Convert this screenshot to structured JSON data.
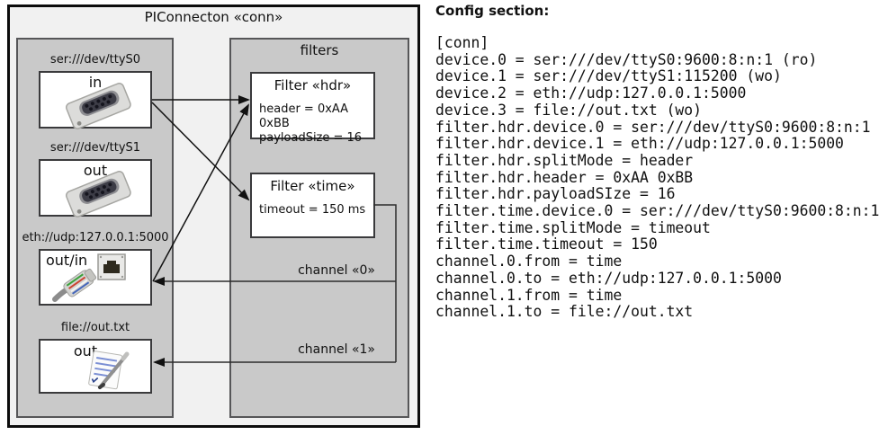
{
  "diagram": {
    "title": "PIConnecton «conn»",
    "filters_panel": {
      "title": "filters",
      "filters": [
        {
          "title": "Filter «hdr»",
          "attrs": [
            "header = 0xAA 0xBB",
            "payloadSize = 16"
          ]
        },
        {
          "title": "Filter «time»",
          "attrs": [
            "timeout = 150 ms"
          ]
        }
      ]
    },
    "devices": [
      {
        "label": "ser:///dev/ttyS0",
        "direction": "in",
        "icon": "serial-connector-icon"
      },
      {
        "label": "ser:///dev/ttyS1",
        "direction": "out",
        "icon": "serial-connector-icon"
      },
      {
        "label": "eth://udp:127.0.0.1:5000",
        "direction": "out/in",
        "icon": "ethernet-port-icon"
      },
      {
        "label": "file://out.txt",
        "direction": "out",
        "icon": "notepad-icon"
      }
    ],
    "channels": [
      {
        "label": "channel «0»"
      },
      {
        "label": "channel «1»"
      }
    ]
  },
  "config": {
    "heading": "Config section:",
    "lines": [
      "[conn]",
      "device.0 = ser:///dev/ttyS0:9600:8:n:1 (ro)",
      "device.1 = ser:///dev/ttyS1:115200 (wo)",
      "device.2 = eth://udp:127.0.0.1:5000",
      "device.3 = file://out.txt (wo)",
      "filter.hdr.device.0 = ser:///dev/ttyS0:9600:8:n:1",
      "filter.hdr.device.1 = eth://udp:127.0.0.1:5000",
      "filter.hdr.splitMode = header",
      "filter.hdr.header = 0xAA 0xBB",
      "filter.hdr.payloadSIze = 16",
      "filter.time.device.0 = ser:///dev/ttyS0:9600:8:n:1",
      "filter.time.splitMode = timeout",
      "filter.time.timeout = 150",
      "channel.0.from = time",
      "channel.0.to = eth://udp:127.0.0.1:5000",
      "channel.1.from = time",
      "channel.1.to = file://out.txt"
    ]
  },
  "colors": {
    "outer_fill": "#f1f1f1",
    "panel_fill": "#c9c9c9",
    "box_fill": "#ffffff",
    "border_dark": "#0c0c0c",
    "line_color": "#1a1a1a"
  }
}
